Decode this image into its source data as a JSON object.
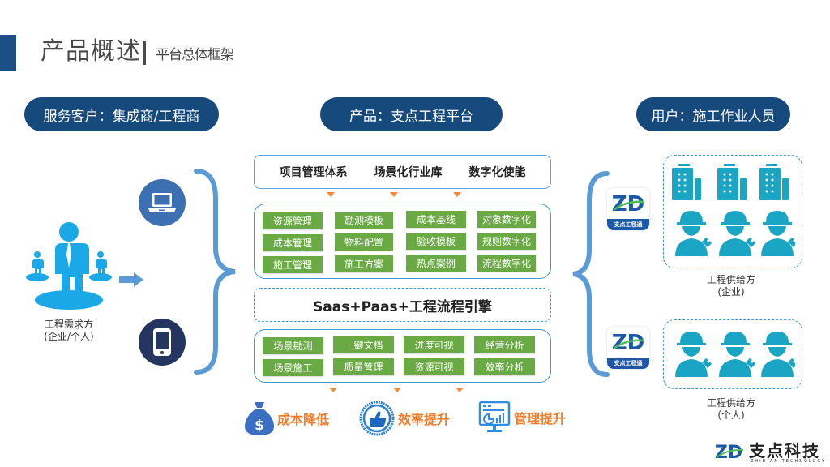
{
  "header": {
    "title": "产品概述",
    "subtitle": "平台总体框架"
  },
  "pills": {
    "customers": "服务客户：集成商/工程商",
    "product": "产品：支点工程平台",
    "users": "用户：施工作业人员"
  },
  "left": {
    "demand_label_line1": "工程需求方",
    "demand_label_line2": "(企业/个人)",
    "devices": [
      "laptop-icon",
      "phone-icon"
    ]
  },
  "platform": {
    "pillars": [
      "项目管理体系",
      "场景化行业库",
      "数字化使能"
    ],
    "modules_grid": [
      [
        "资源管理",
        "勘测模板",
        "成本基线",
        "对象数字化"
      ],
      [
        "成本管理",
        "物料配置",
        "验收模板",
        "规则数字化"
      ],
      [
        "施工管理",
        "施工方案",
        "热点案例",
        "流程数字化"
      ]
    ],
    "engine": "Saas+Paas+工程流程引擎",
    "apps_grid": [
      [
        "场景勘测",
        "一键文档",
        "进度可视",
        "经营分析"
      ],
      [
        "场景施工",
        "质量管理",
        "资源可视",
        "效率分析"
      ]
    ]
  },
  "benefits": [
    {
      "label": "成本降低",
      "icon": "money-bag-icon"
    },
    {
      "label": "效率提升",
      "icon": "thumbs-up-icon"
    },
    {
      "label": "管理提升",
      "icon": "monitor-chart-icon"
    }
  ],
  "right": {
    "app_label": "支点工程通",
    "app_logo_text": "ZD",
    "enterprise_label_line1": "工程供给方",
    "enterprise_label_line2": "(企业)",
    "individual_label_line1": "工程供给方",
    "individual_label_line2": "(个人)"
  },
  "footer": {
    "logo_mark": "ZD",
    "company_name": "支点科技",
    "company_sub": "ZHIDIAN TECHNOLOGY"
  },
  "colors": {
    "navy": "#174a7c",
    "green": "#6aaa45",
    "orange": "#f07b2a",
    "blue_line": "#3d95d2",
    "teal": "#1aa5c4"
  }
}
